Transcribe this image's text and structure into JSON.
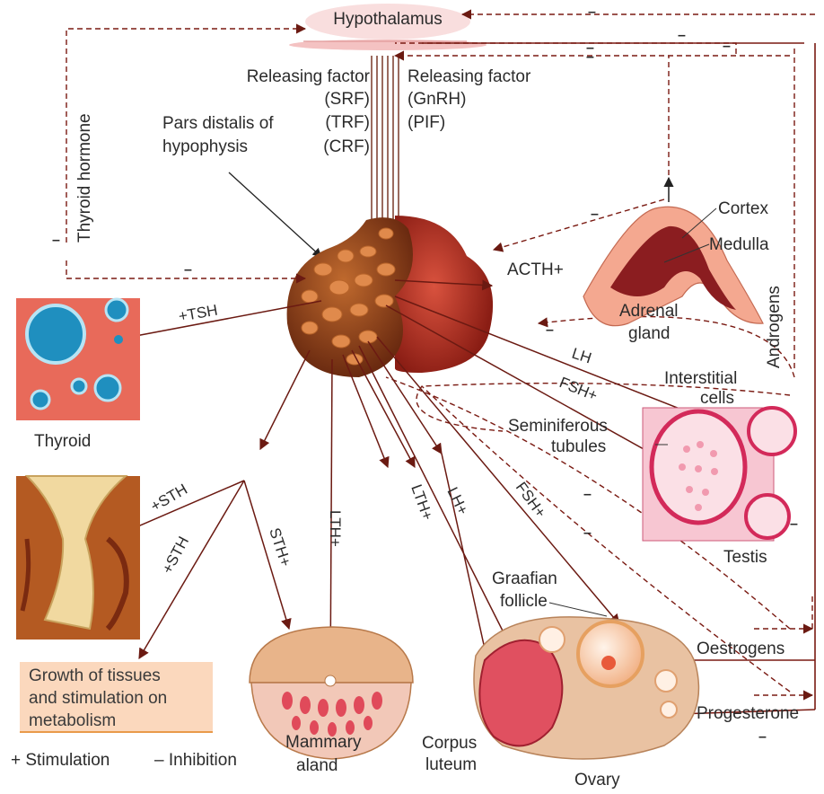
{
  "hypothalamus": "Hypothalamus",
  "releasing_left": {
    "title": "Releasing factor",
    "items": [
      "(SRF)",
      "(TRF)",
      "(CRF)"
    ]
  },
  "releasing_right": {
    "title": "Releasing factor",
    "items": [
      "(GnRH)",
      "(PIF)"
    ]
  },
  "pars_distalis": [
    "Pars distalis of",
    "hypophysis"
  ],
  "thyroid_hormone": "Thyroid hormone",
  "androgens": "Androgens",
  "arrow_labels": {
    "acth": "ACTH+",
    "tsh": "+TSH",
    "lh": "LH",
    "fsh": "FSH+",
    "sth1": "+STH",
    "sth2": "+STH",
    "sth3": "STH+",
    "lth1": "LTH+",
    "lth2": "LTH+",
    "lh2": "LH+",
    "fsh2": "FSH+"
  },
  "adrenal": {
    "cortex": "Cortex",
    "medulla": "Medulla",
    "name": [
      "Adrenal",
      "gland"
    ]
  },
  "thyroid": "Thyroid",
  "testis": {
    "interstitial": [
      "Interstitial",
      "cells"
    ],
    "seminiferous": [
      "Seminiferous",
      "tubules"
    ],
    "name": "Testis"
  },
  "ovary": {
    "graafian": [
      "Graafian",
      "follicle"
    ],
    "corpus": [
      "Corpus",
      "luteum"
    ],
    "name": "Ovary",
    "oestrogens": "Oestrogens",
    "progesterone": "Progesterone"
  },
  "growth_box": [
    "Growth of tissues",
    "and stimulation on",
    "metabolism"
  ],
  "mammary": [
    "Mammary",
    "aland"
  ],
  "legend": {
    "stimulation": "+ Stimulation",
    "inhibition": "– Inhibition"
  },
  "minus_sign": "–",
  "colors": {
    "arrow": "#6b1a12",
    "feedback": "#7a1a12",
    "pituitary": "#8b3a1a",
    "box_fill": "#fbd8bd",
    "box_line": "#e99a4a"
  }
}
